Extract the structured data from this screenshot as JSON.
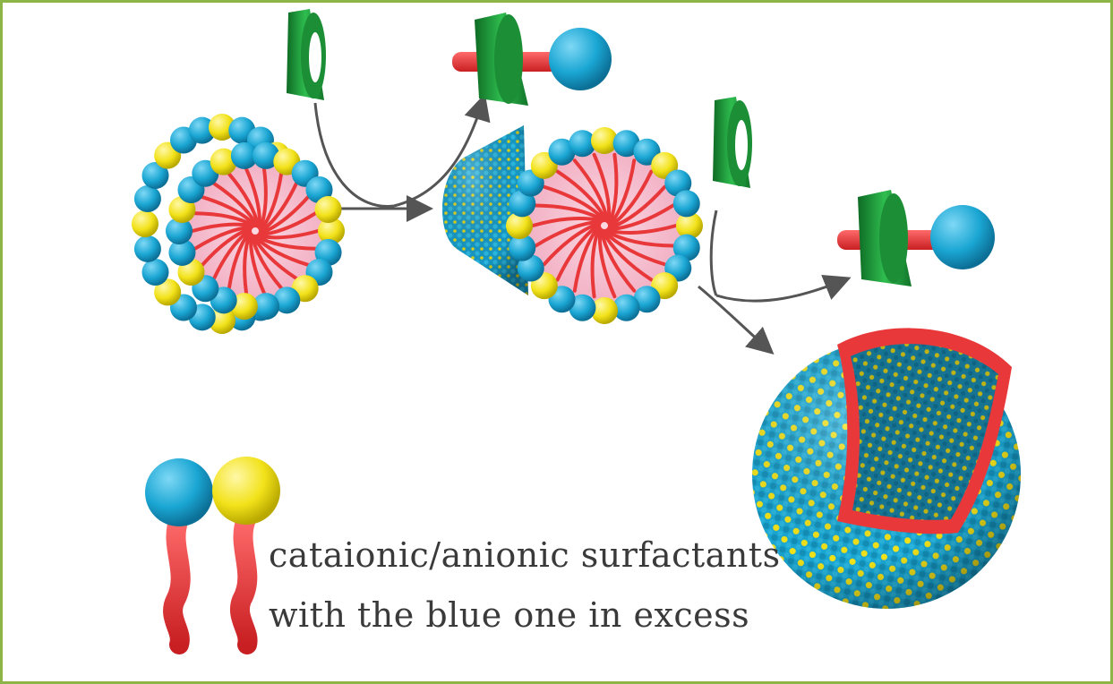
{
  "diagram": {
    "caption": {
      "line1": "cataionic/anionic surfactants",
      "line2": "with the blue one in excess"
    },
    "colors": {
      "frame_border": "#8db446",
      "blue_headgroup": "#1aa6d3",
      "yellow_headgroup": "#f2e21a",
      "tail_red": "#e8383a",
      "core_pink": "#f6bfd0",
      "host_green": "#1f9a3a",
      "arrow": "#555555"
    },
    "icons": [
      "micelle-cross-section",
      "cylindrical-micelle",
      "vesicle-cutaway",
      "cyclodextrin-host",
      "host-guest-complex",
      "cationic-surfactant",
      "anionic-surfactant"
    ]
  }
}
